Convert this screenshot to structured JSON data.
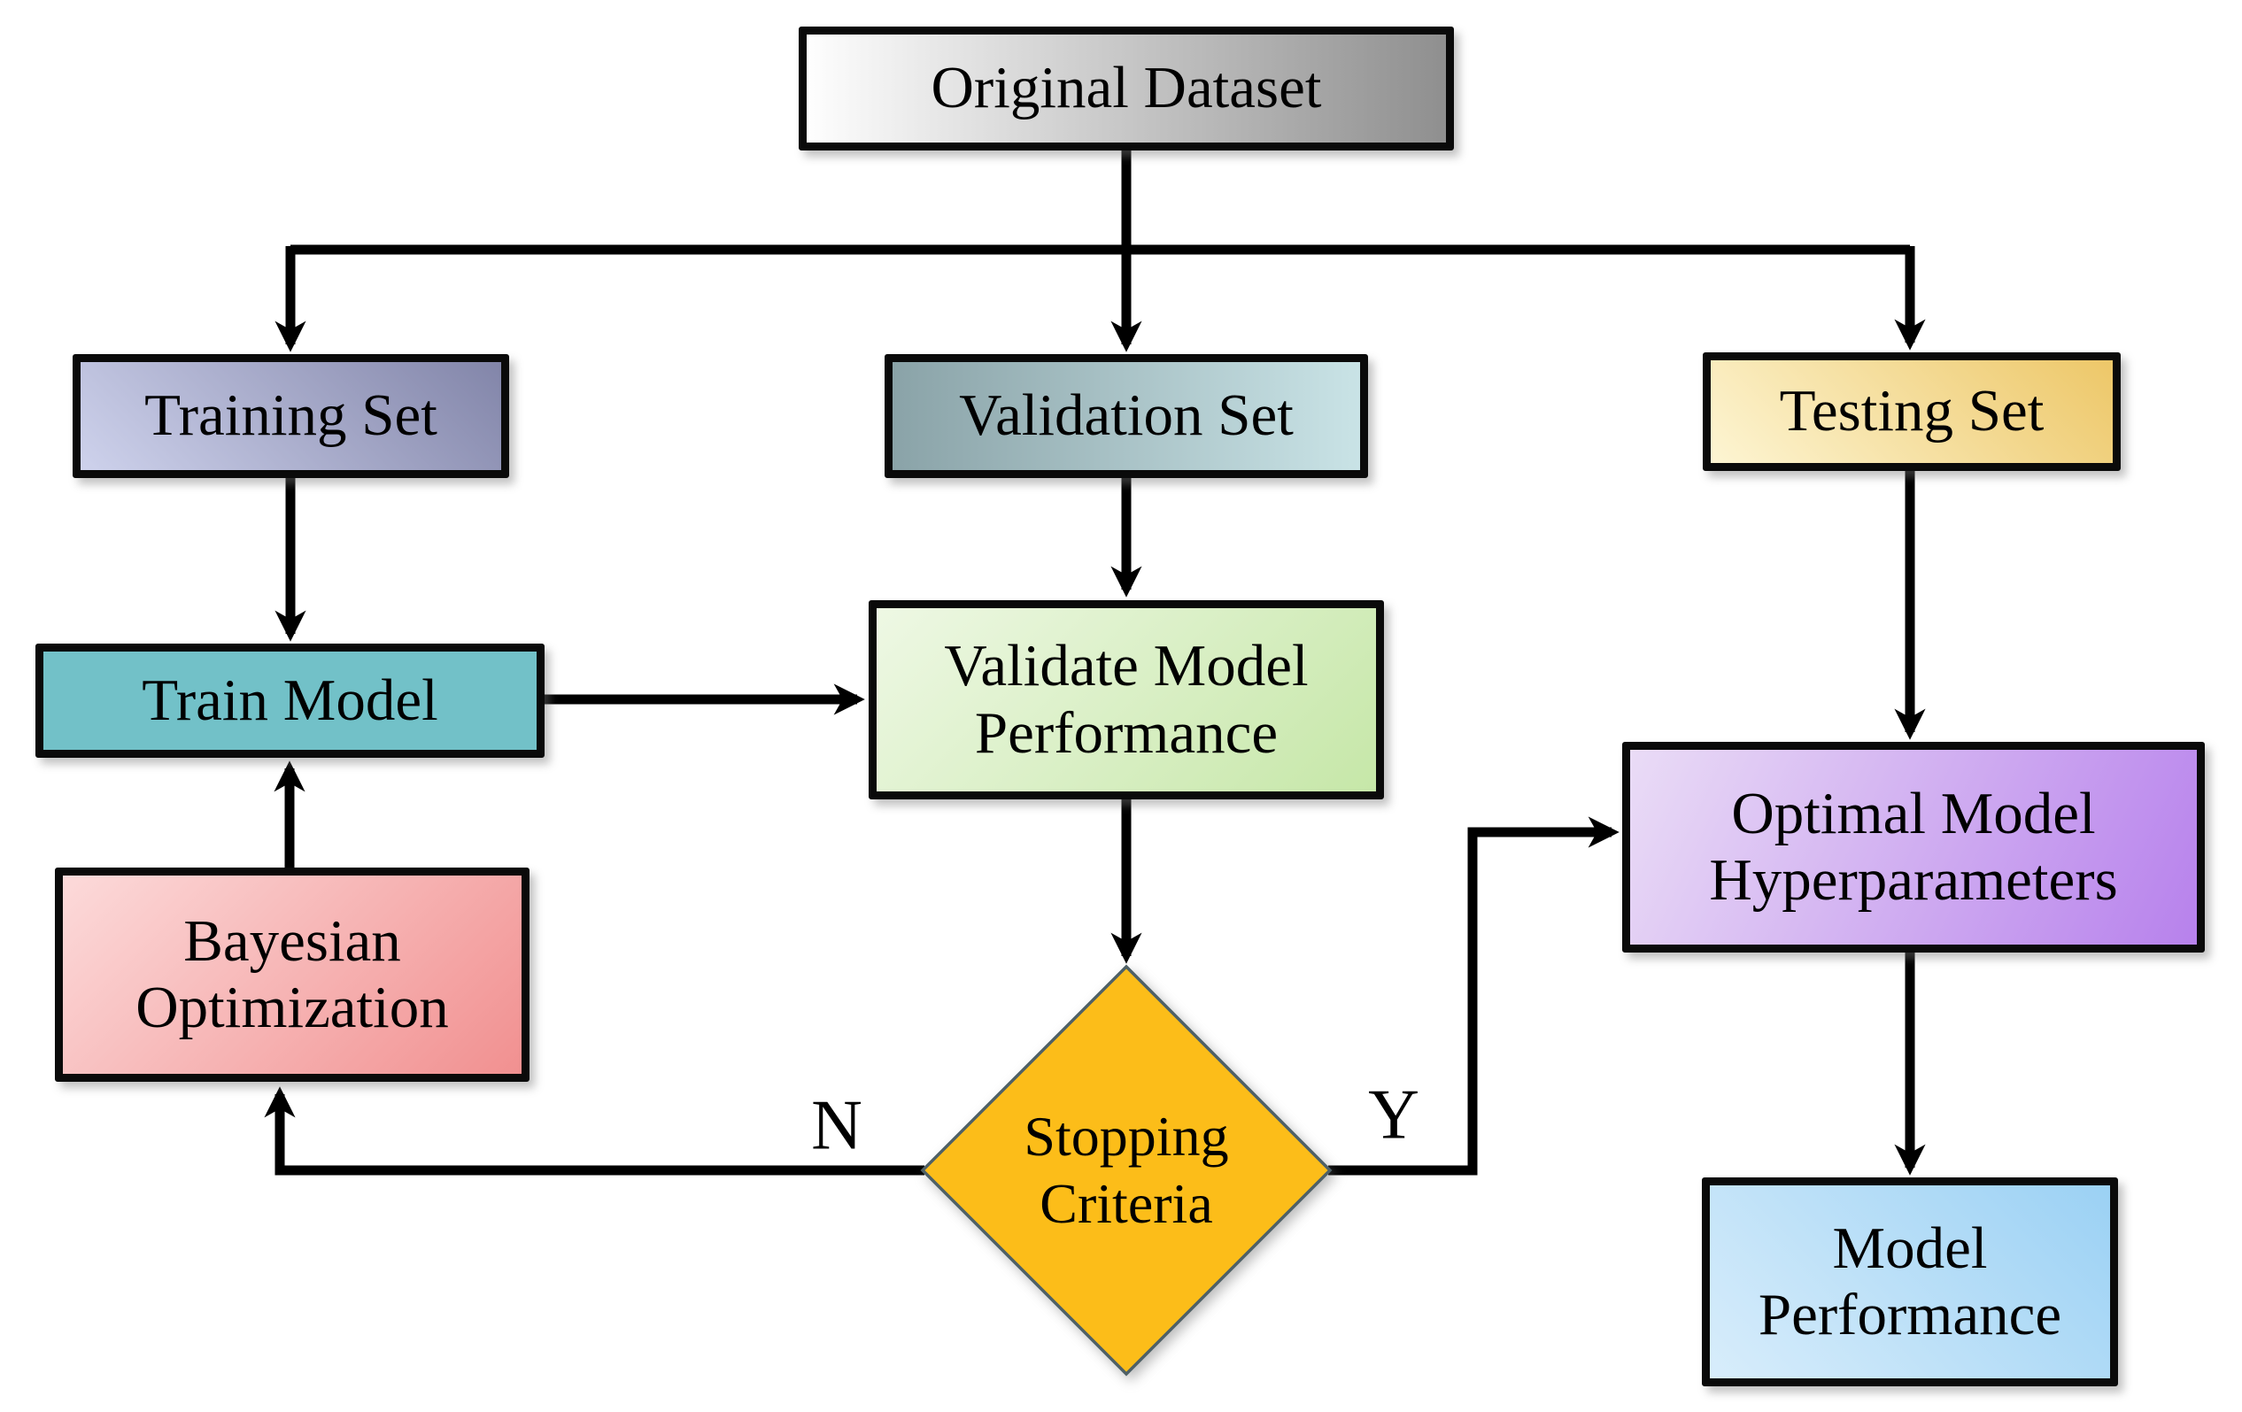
{
  "canvas": {
    "background": "#ffffff",
    "line_color": "#000000",
    "text_color": "#000000"
  },
  "nodes": {
    "original_dataset": {
      "label": "Original Dataset",
      "shape": "rect",
      "fill": {
        "type": "gradient",
        "direction": "90deg",
        "from": "#fefefe",
        "to": "#8f8f8f"
      }
    },
    "training_set": {
      "label": "Training Set",
      "shape": "rect",
      "fill": {
        "type": "gradient",
        "direction": "45deg",
        "from": "#ced2ec",
        "to": "#8285a9"
      }
    },
    "validation_set": {
      "label": "Validation Set",
      "shape": "rect",
      "fill": {
        "type": "gradient",
        "direction": "90deg",
        "from": "#8aa3a8",
        "to": "#c9e3e6"
      }
    },
    "testing_set": {
      "label": "Testing Set",
      "shape": "rect",
      "fill": {
        "type": "gradient",
        "direction": "45deg",
        "from": "#fdf5d3",
        "to": "#edc768"
      }
    },
    "train_model": {
      "label": "Train Model",
      "shape": "rect",
      "fill": {
        "type": "solid",
        "color": "#72c1c8"
      }
    },
    "validate_model_performance": {
      "label": "Validate Model Performance",
      "shape": "rect",
      "fill": {
        "type": "gradient",
        "direction": "135deg",
        "from": "#eef8e4",
        "to": "#c6e7a8"
      }
    },
    "bayesian_optimization": {
      "label": "Bayesian Optimization",
      "shape": "rect",
      "fill": {
        "type": "gradient",
        "direction": "135deg",
        "from": "#fcdada",
        "to": "#f19090"
      }
    },
    "stopping_criteria": {
      "label": "Stopping Criteria",
      "shape": "diamond",
      "fill": {
        "type": "solid",
        "color": "#fcbd19"
      },
      "border_color": "#4e6066"
    },
    "optimal_model_hyperparameters": {
      "label": "Optimal Model Hyperparameters",
      "shape": "rect",
      "fill": {
        "type": "gradient",
        "direction": "115deg",
        "from": "#eadcf6",
        "to": "#b781ec"
      }
    },
    "model_performance": {
      "label": "Model Performance",
      "shape": "rect",
      "fill": {
        "type": "gradient",
        "direction": "45deg",
        "from": "#d8edfb",
        "to": "#9bd1f4"
      }
    }
  },
  "edge_labels": {
    "no": "N",
    "yes": "Y"
  }
}
